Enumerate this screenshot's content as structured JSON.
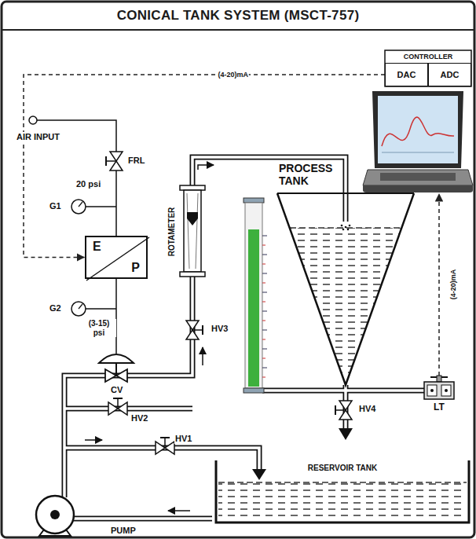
{
  "diagram": {
    "title": "CONICAL TANK SYSTEM (MSCT-757)",
    "nodes": [
      {
        "text": [
          "CONTROLLER"
        ]
      },
      {
        "text": [
          "DAC"
        ],
        "in": 0
      },
      {
        "text": [
          "ADC"
        ],
        "in": 0
      },
      {
        "text": [
          "E",
          "P"
        ]
      },
      {
        "text": [
          "PROCESS TANK"
        ]
      },
      {
        "text": [
          "RESERVOIR TANK"
        ]
      },
      {
        "text": [
          "LT"
        ]
      }
    ],
    "edges": [
      {
        "from": 1,
        "to": 3,
        "arrow": "to",
        "label": "(4-20)mA"
      },
      {
        "from": 6,
        "to": 0,
        "arrow": "to",
        "label": "(4-20)mA"
      }
    ],
    "labels": [
      "AIR INPUT",
      "FRL",
      "20 psi",
      "G1",
      "ROTAMETER",
      "G2",
      "(3-15) psi",
      "HV3",
      "CV",
      "HV2",
      "HV1",
      "HV4",
      "PUMP"
    ]
  }
}
